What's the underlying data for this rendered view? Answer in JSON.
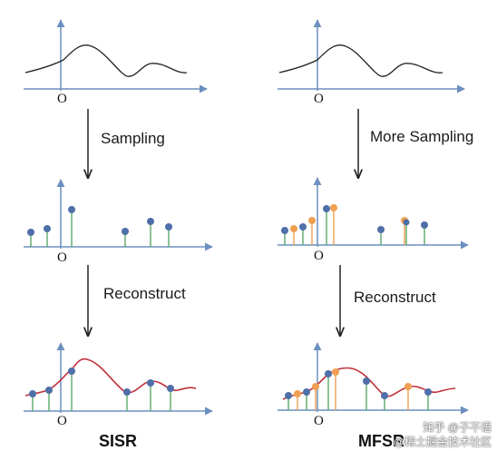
{
  "left": {
    "arrow1_label": "Sampling",
    "arrow2_label": "Reconstruct",
    "caption": "SISR",
    "origin_label": "O"
  },
  "right": {
    "arrow1_label": "More Sampling",
    "arrow2_label": "Reconstruct",
    "caption": "MFSR",
    "origin_label": "O"
  },
  "watermark": {
    "line1": "知乎 @子不语",
    "line2": "@稀土掘金技术社区"
  },
  "colors": {
    "axis": "#6b8fbf",
    "curve": "#222222",
    "recon_curve": "#c0303a",
    "sample_blue": "#4f6fa8",
    "sample_orange": "#f0a050",
    "stem_green": "#5aa86a"
  }
}
